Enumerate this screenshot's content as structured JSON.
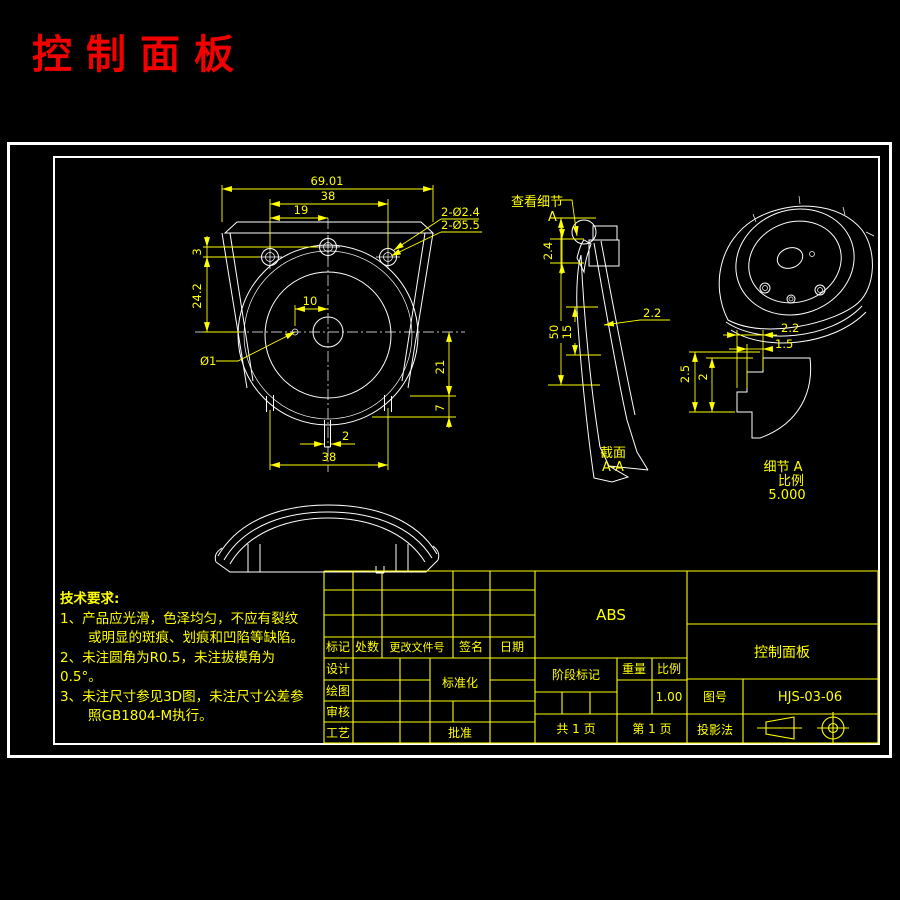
{
  "title": {
    "text": "控制面板"
  },
  "colors": {
    "background": "#000000",
    "geometry": "#ffffff",
    "dimension": "#ffff00",
    "caption": "#f20000"
  },
  "front_view": {
    "dim_69_01": "69.01",
    "dim_38_top": "38",
    "dim_19": "19",
    "dim_3": "3",
    "dim_24_2": "24.2",
    "dim_10": "10",
    "dim_dia_1": "Ø1",
    "dim_21": "21",
    "dim_7": "7",
    "dim_2": "2",
    "dim_38_bottom": "38",
    "callout_small_holes": "2-Ø2.4",
    "callout_large_holes": "2-Ø5.5"
  },
  "section_view": {
    "callout": "查看细节",
    "callout_letter": "A",
    "dim_top": "2.4",
    "dim_outer": "50",
    "dim_inner": "15",
    "dim_wall": "2.2",
    "label": "截面",
    "sublabel": "A-A"
  },
  "detail_a": {
    "dim_2_2": "2.2",
    "dim_1_5": "1.5",
    "dim_2_5": "2.5",
    "dim_2": "2",
    "label": "细节 A",
    "scale_label": "比例",
    "scale_value": "5.000"
  },
  "tech": {
    "lines": [
      "技术要求:",
      "1、产品应光滑，色泽均匀，不应有裂纹",
      "或明显的斑痕、划痕和凹陷等缺陷。",
      "2、未注圆角为R0.5，未注拔模角为",
      "0.5°。",
      "3、未注尺寸参见3D图，未注尺寸公差参",
      "照GB1804-M执行。"
    ]
  },
  "title_block": {
    "material": "ABS",
    "part_name": "控制面板",
    "drawing_no_label": "图号",
    "drawing_no": "HJS-03-06",
    "header": {
      "mark": "标记",
      "count": "处数",
      "change_doc": "更改文件号",
      "signature": "签名",
      "date": "日期"
    },
    "rows": {
      "design": "设计",
      "draw": "绘图",
      "check": "审核",
      "process": "工艺",
      "standardization": "标准化",
      "approve": "批准"
    },
    "stage_label": "阶段标记",
    "weight_label": "重量",
    "scale_label": "比例",
    "scale_value": "1.00",
    "total_pages": "共 1 页",
    "page_no": "第 1 页",
    "projection_label": "投影法"
  }
}
